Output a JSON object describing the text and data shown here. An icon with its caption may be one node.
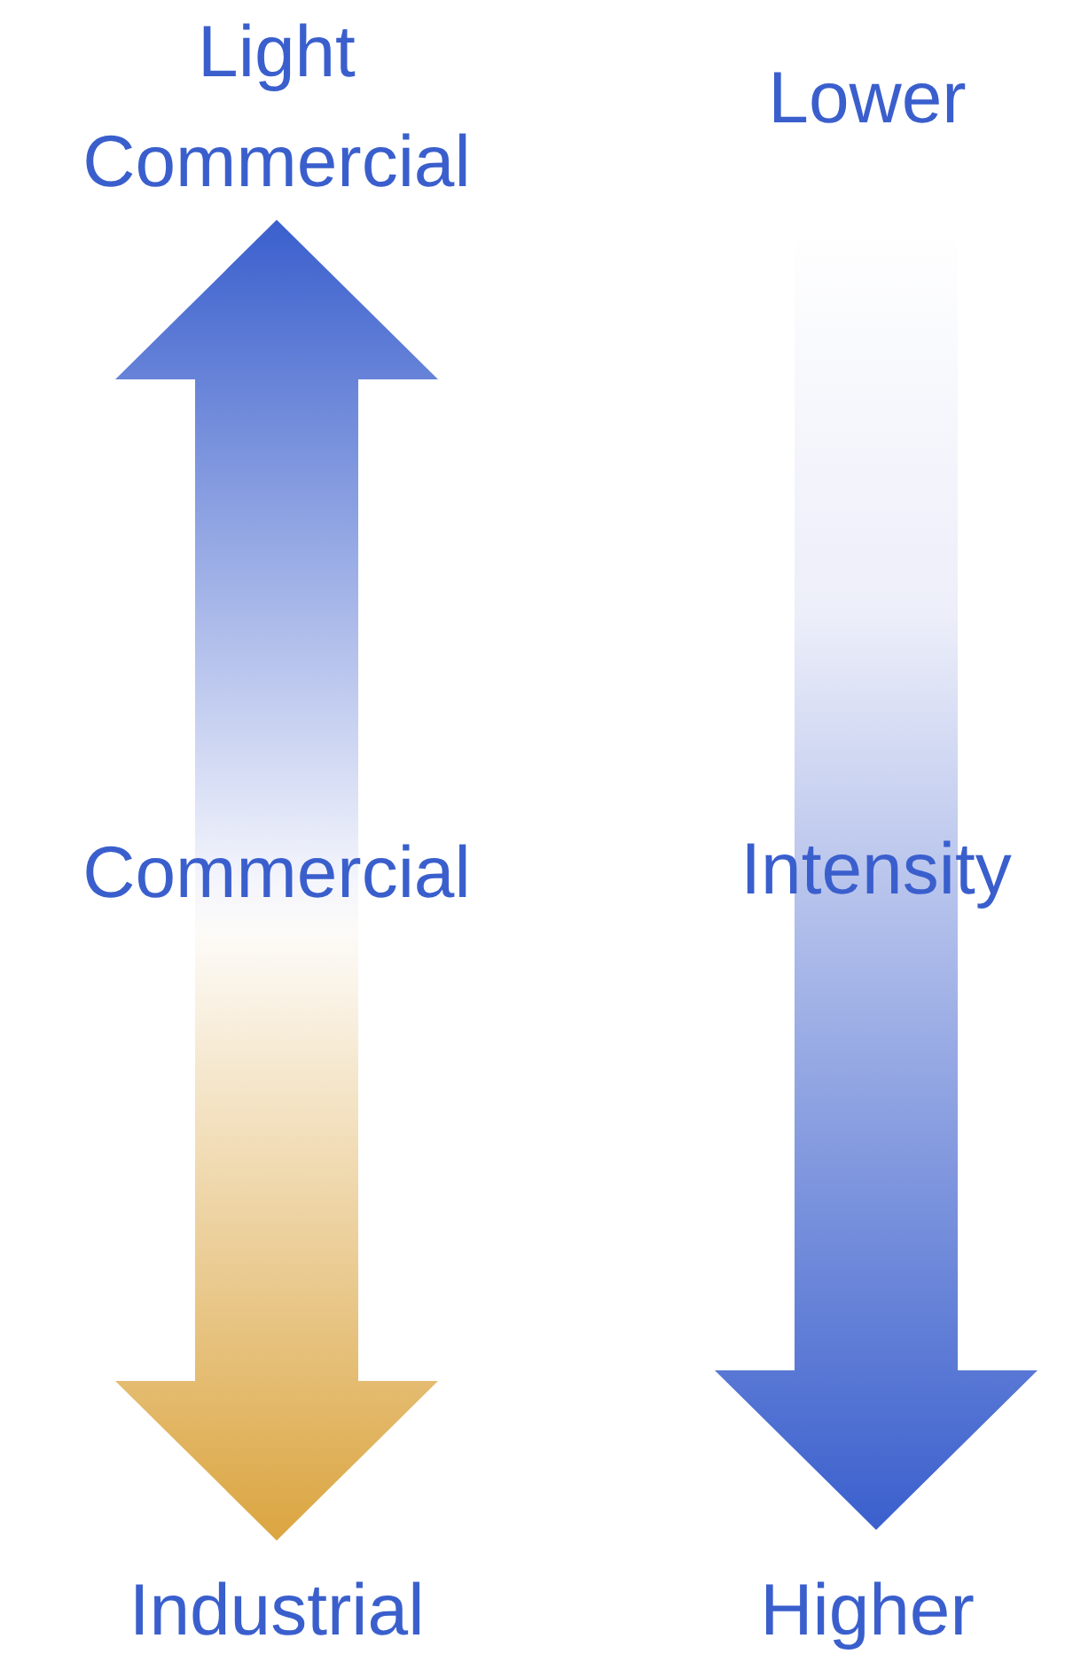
{
  "diagram": {
    "nodes": [
      {
        "text": [
          "Light Commercial"
        ]
      },
      {
        "text": [
          "Industrial"
        ]
      },
      {
        "text": [
          "Lower"
        ]
      },
      {
        "text": [
          "Higher"
        ]
      }
    ],
    "edges": [
      {
        "from": 0,
        "to": 1,
        "arrow": "both",
        "label": "Commercial"
      },
      {
        "from": 2,
        "to": 3,
        "arrow": "to",
        "label": "Intensity"
      }
    ]
  }
}
